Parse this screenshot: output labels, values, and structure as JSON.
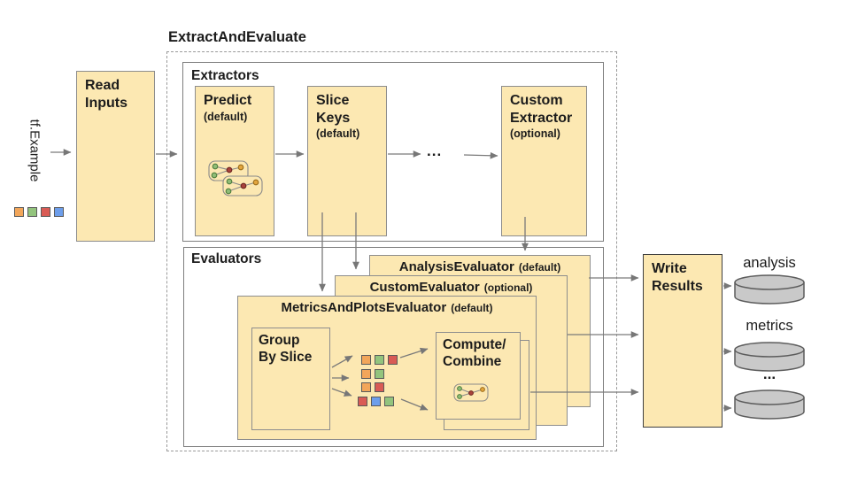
{
  "title": "ExtractAndEvaluate",
  "input": {
    "label": "tf.Example"
  },
  "read_inputs": {
    "line1": "Read",
    "line2": "Inputs"
  },
  "extractors": {
    "label": "Extractors",
    "predict": {
      "title": "Predict",
      "sub": "(default)"
    },
    "slice_keys": {
      "line1": "Slice",
      "line2": "Keys",
      "sub": "(default)"
    },
    "ellipsis": "...",
    "custom": {
      "line1": "Custom",
      "line2": "Extractor",
      "sub": "(optional)"
    }
  },
  "evaluators": {
    "label": "Evaluators",
    "analysis": {
      "title": "AnalysisEvaluator",
      "sub": "(default)"
    },
    "custom": {
      "title": "CustomEvaluator",
      "sub": "(optional)"
    },
    "metrics_plots": {
      "title": "MetricsAndPlotsEvaluator",
      "sub": "(default)"
    },
    "group_by_slice": {
      "line1": "Group",
      "line2": "By Slice"
    },
    "compute_combine": {
      "line1": "Compute/",
      "line2": "Combine"
    }
  },
  "write_results": {
    "line1": "Write",
    "line2": "Results"
  },
  "outputs": {
    "labels": [
      "analysis",
      "metrics",
      "..."
    ]
  },
  "palette": {
    "orange": "#F2A65A",
    "green": "#93C47D",
    "red": "#D95B55",
    "blue": "#6D9EEB",
    "tan": "#FCE8B2",
    "cylinder_fill": "#C9C9C9",
    "arrow": "#777777"
  },
  "input_squares": [
    "orange",
    "green",
    "red",
    "blue"
  ],
  "slice_grid": {
    "rows": [
      [
        "orange",
        "green",
        "red"
      ],
      [
        "orange",
        "green"
      ],
      [
        "orange",
        "red"
      ],
      [
        "red",
        "blue",
        "green"
      ]
    ]
  }
}
